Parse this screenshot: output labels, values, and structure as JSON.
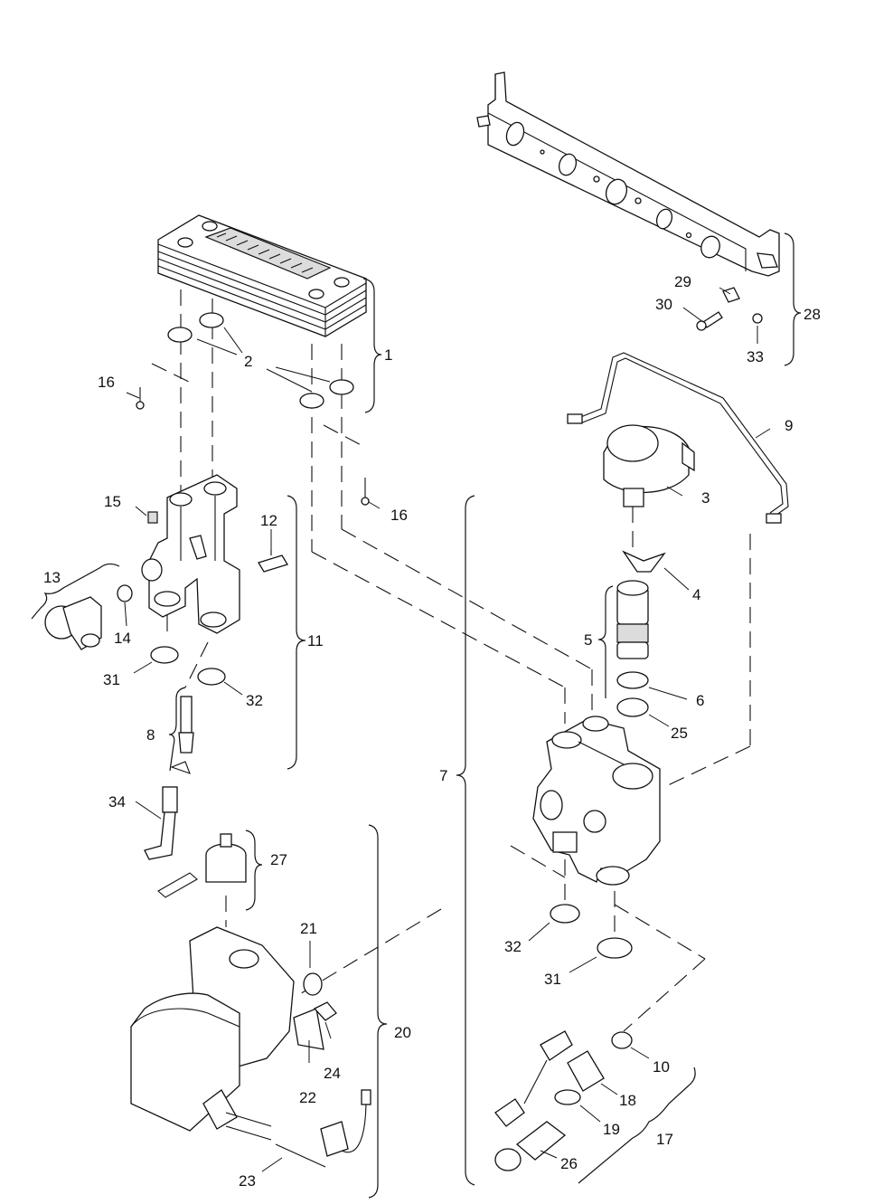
{
  "callouts": {
    "c1": "1",
    "c2": "2",
    "c3": "3",
    "c4": "4",
    "c5": "5",
    "c6": "6",
    "c7": "7",
    "c8": "8",
    "c9": "9",
    "c10": "10",
    "c11": "11",
    "c12": "12",
    "c13": "13",
    "c14": "14",
    "c15": "15",
    "c16a": "16",
    "c16b": "16",
    "c17": "17",
    "c18": "18",
    "c19": "19",
    "c20": "20",
    "c21": "21",
    "c22": "22",
    "c23": "23",
    "c24": "24",
    "c25": "25",
    "c26": "26",
    "c27": "27",
    "c28": "28",
    "c29": "29",
    "c30": "30",
    "c31a": "31",
    "c31b": "31",
    "c32a": "32",
    "c32b": "32",
    "c33": "33",
    "c34": "34"
  },
  "colors": {
    "line": "#111111",
    "shade": "#dcdcdc",
    "background": "#ffffff"
  }
}
